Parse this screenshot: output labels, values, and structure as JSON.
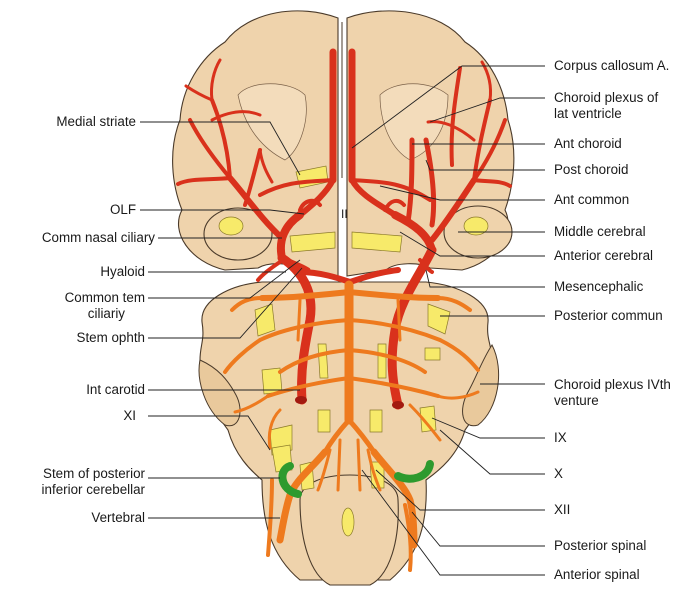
{
  "labels": {
    "corpus_callosum": "Corpus callosum A.",
    "choroid_plexus_lat_1": "Choroid plexus of",
    "choroid_plexus_lat_2": "lat ventricle",
    "ant_choroid": "Ant choroid",
    "post_choroid": "Post choroid",
    "ant_common": "Ant common",
    "middle_cerebral": "Middle cerebral",
    "anterior_cerebral": "Anterior cerebral",
    "mesencephalic": "Mesencephalic",
    "posterior_commun": "Posterior commun",
    "choroid_plexus_iv_1": "Choroid plexus IVth",
    "choroid_plexus_iv_2": "venture",
    "ix": "IX",
    "x": "X",
    "xii": "XII",
    "posterior_spinal": "Posterior spinal",
    "anterior_spinal": "Anterior spinal",
    "medial_striate": "Medial striate",
    "olf": "OLF",
    "comm_nasal_ciliary": "Comm nasal ciliary",
    "hyaloid": "Hyaloid",
    "common_tem_1": "Common tem",
    "common_tem_2": "ciliariy",
    "stem_ophth": "Stem ophth",
    "int_carotid": "Int carotid",
    "xi": "XI",
    "stem_pica_1": "Stem of posterior",
    "stem_pica_2": "inferior cerebellar",
    "vertebral": "Vertebral",
    "optic_nerve": "II"
  },
  "colors": {
    "internal_carotid_branches": "#d9311c",
    "vertebrobasilar_branches": "#ee7a1e",
    "pica_stem": "#2e9a2e",
    "nerves": "#f7ea6a",
    "brain_tissue": "#efd3ac"
  }
}
